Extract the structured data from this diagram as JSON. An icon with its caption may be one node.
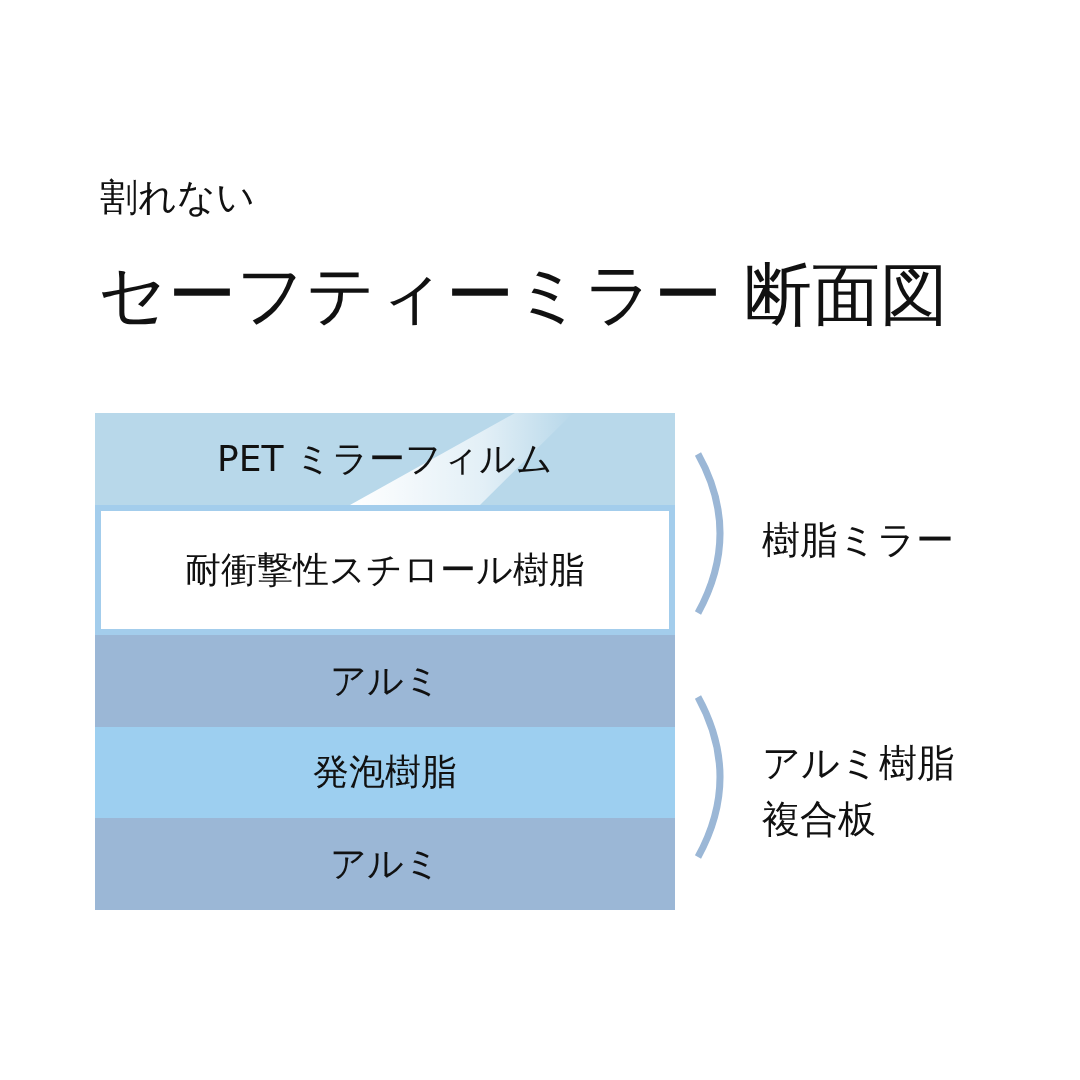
{
  "diagram": {
    "title": "セーフティーミラー 断面図",
    "nodes": [
      {
        "text": [
          "PET ミラーフィルム"
        ]
      },
      {
        "text": [
          "耐衝撃性スチロール樹脂"
        ]
      },
      {
        "text": [
          "アルミ"
        ]
      },
      {
        "text": [
          "発泡樹脂"
        ]
      },
      {
        "text": [
          "アルミ"
        ]
      }
    ],
    "labels": [
      "割れない",
      "樹脂ミラー",
      "アルミ樹脂複合板"
    ]
  }
}
